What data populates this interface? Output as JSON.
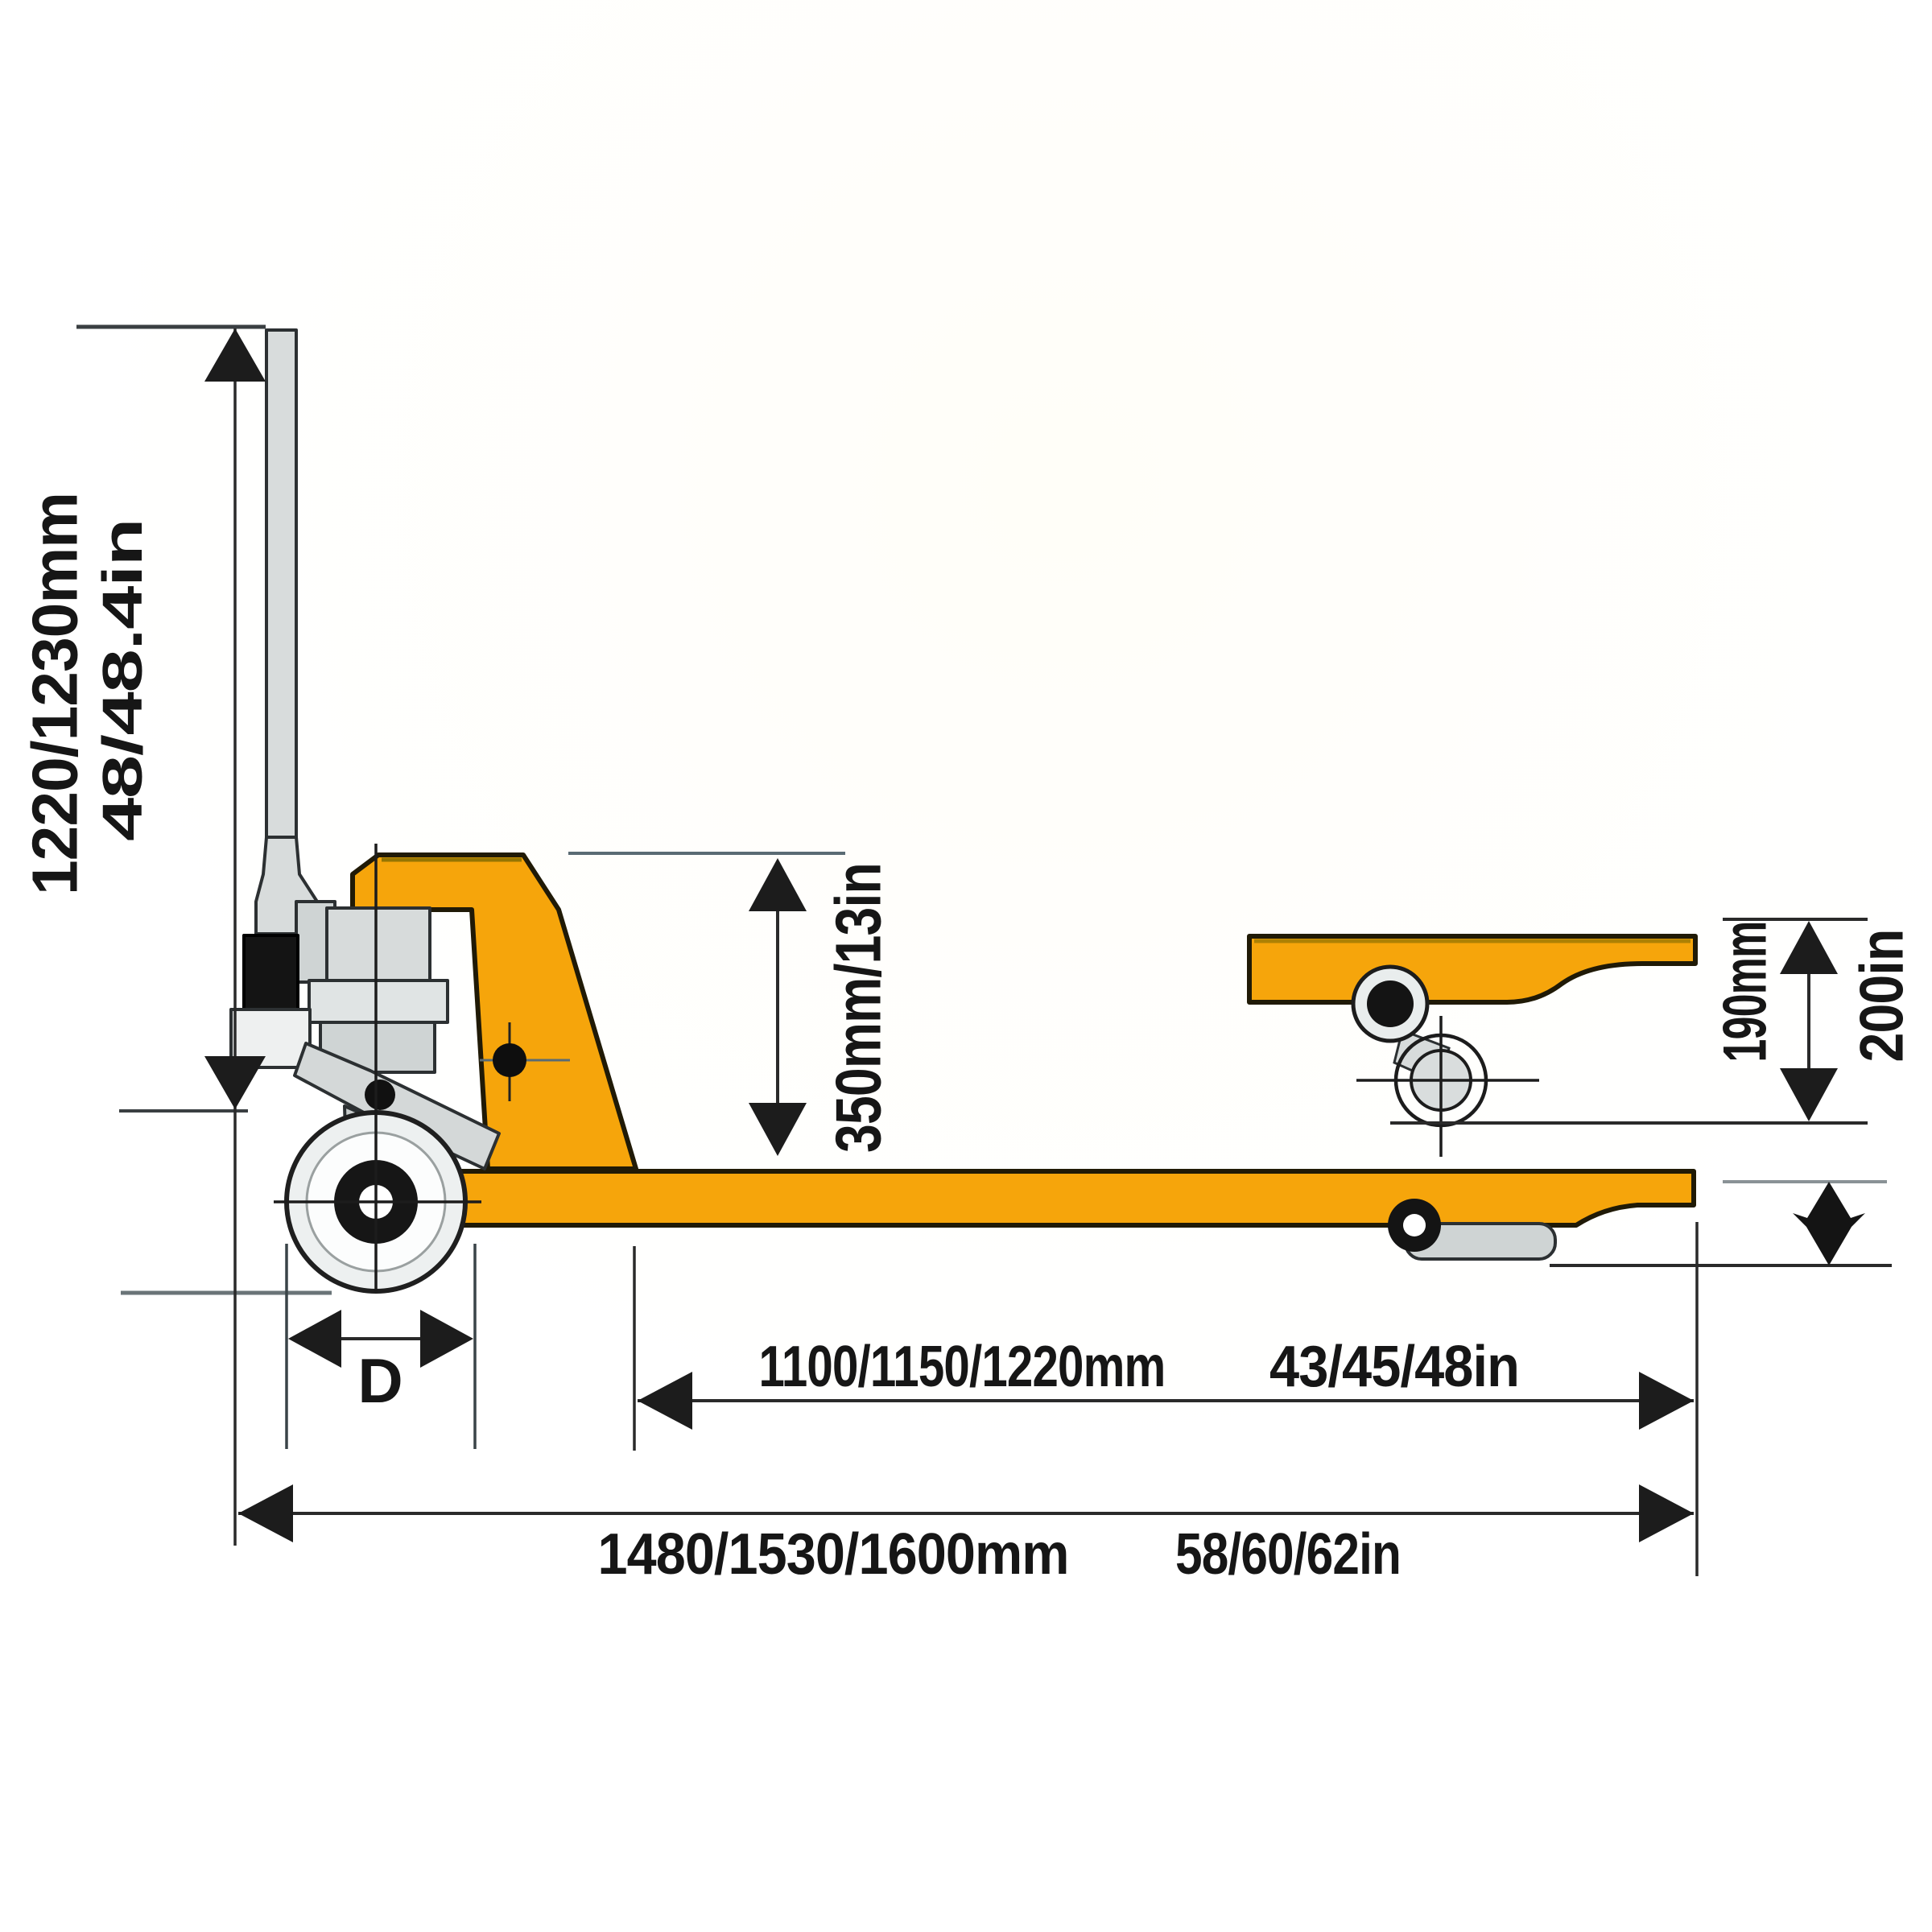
{
  "diagram": {
    "type": "pallet-truck-dimension-drawing"
  },
  "labels": {
    "overall_height_mm": "1220/1230mm",
    "overall_height_in": "48/48.4in",
    "lift_height": "350mm/13in",
    "lowered_fork_height_mm": "190mm",
    "raised_fork_height_in": "200in",
    "fork_length_mm": "1100/1150/1220mm",
    "fork_length_in": "43/45/48in",
    "overall_length_mm": "1480/1530/1600mm",
    "overall_length_in": "58/60/62in",
    "wheel_diameter": "D"
  },
  "colors": {
    "body_yellow": "#F6A50B",
    "dark_outline": "#201A06",
    "steel_gray": "#D8DCDC",
    "dimension_black": "#222222"
  }
}
